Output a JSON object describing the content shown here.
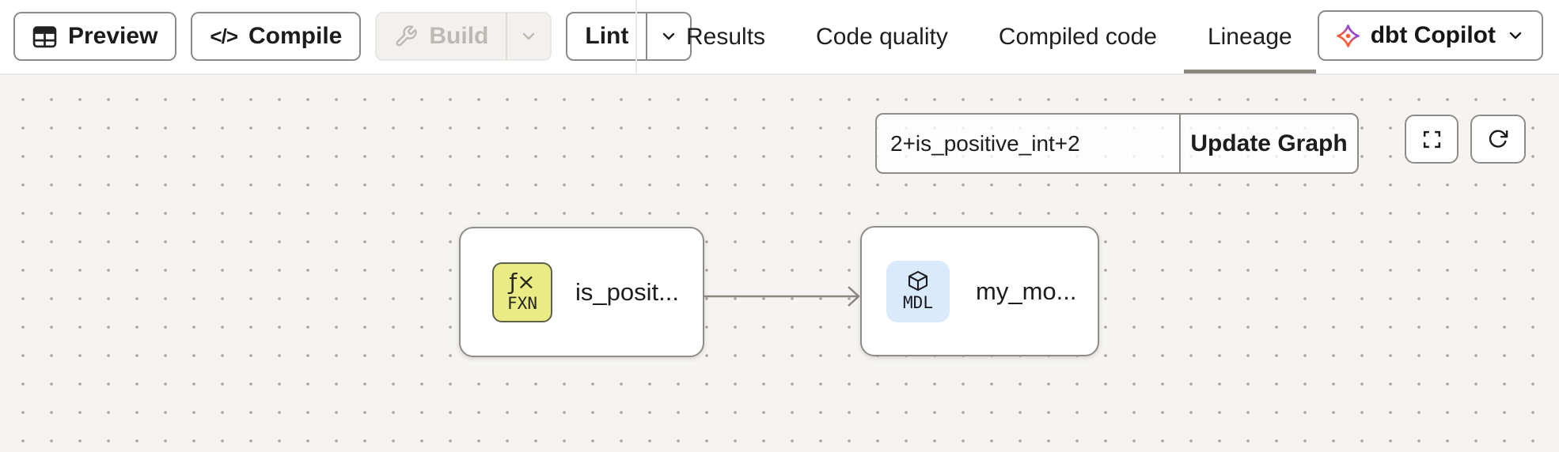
{
  "header": {
    "buttons": {
      "preview": "Preview",
      "compile": "Compile",
      "compile_icon_glyph": "</>",
      "build": "Build",
      "build_disabled": true,
      "lint": "Lint"
    },
    "tabs": [
      {
        "label": "Results",
        "active": false
      },
      {
        "label": "Code quality",
        "active": false
      },
      {
        "label": "Compiled code",
        "active": false
      },
      {
        "label": "Lineage",
        "active": true
      }
    ],
    "copilot_label": "dbt Copilot"
  },
  "canvas": {
    "selector": {
      "value": "2+is_positive_int+2",
      "update_button": "Update Graph"
    },
    "nodes": [
      {
        "type": "function",
        "badge_glyph": "ƒ×",
        "badge": "FXN",
        "label": "is_posit..."
      },
      {
        "type": "model",
        "badge": "MDL",
        "label": "my_mo..."
      }
    ],
    "edges": [
      {
        "from": 0,
        "to": 1
      }
    ]
  },
  "icons": {
    "preview": "table-grid",
    "compile": "code-angle-brackets",
    "build": "wrench",
    "dropdown": "chevron-down",
    "copilot_logo": "dbt-star",
    "fullscreen": "corner-brackets",
    "refresh": "circular-arrow",
    "function_node": "fx-badge",
    "model_node": "cube"
  },
  "colors": {
    "canvas_bg": "#f5f4f2",
    "dot_grid": "#a7a39d",
    "control_border": "#8f8c88",
    "active_tab_underline": "#8b8781",
    "function_badge_bg": "#e9eb85",
    "function_badge_border": "#5f6049",
    "model_badge_bg": "#daeafd",
    "dbt_orange": "#ff5c35",
    "dbt_purple": "#7b42f6",
    "disabled_text": "#bdbab4",
    "edge_stroke": "#8a8781"
  }
}
